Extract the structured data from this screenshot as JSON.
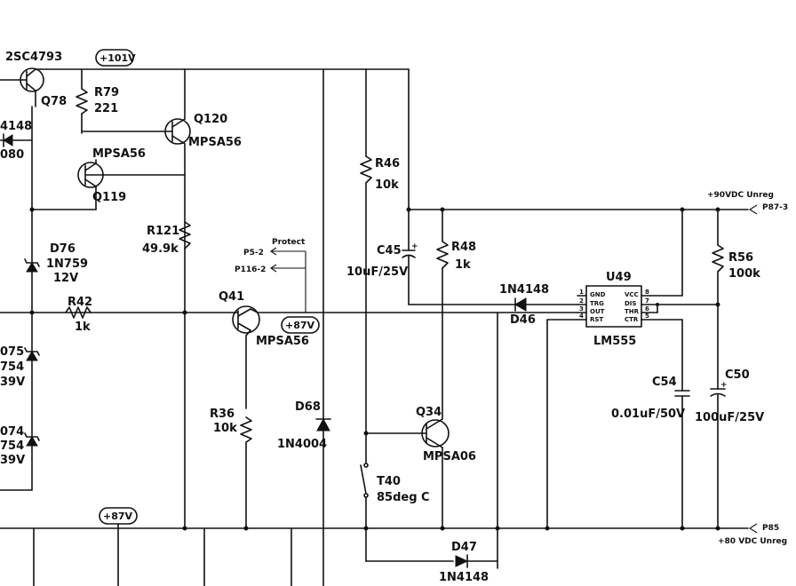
{
  "components": {
    "q78": {
      "part": "2SC4793",
      "ref": "Q78"
    },
    "d_left": {
      "part_fragment": "4148",
      "ref_fragment": "080"
    },
    "r79": {
      "ref": "R79",
      "value": "221"
    },
    "q120": {
      "ref": "Q120",
      "part": "MPSA56"
    },
    "q119": {
      "part": "MPSA56",
      "ref": "Q119"
    },
    "r121": {
      "ref": "R121",
      "value": "49.9k"
    },
    "d76": {
      "ref": "D76",
      "part": "1N759",
      "voltage": "12V"
    },
    "r42": {
      "ref": "R42",
      "value": "1k"
    },
    "d75": {
      "ref_fragment": "075",
      "part_fragment": "754",
      "voltage_fragment": "39V"
    },
    "d74": {
      "ref_fragment": "074",
      "part_fragment": "754",
      "voltage_fragment": "39V"
    },
    "r46": {
      "ref": "R46",
      "value": "10k"
    },
    "c45": {
      "ref": "C45",
      "value": "10uF/25V"
    },
    "r48": {
      "ref": "R48",
      "value": "1k"
    },
    "d46": {
      "part": "1N4148",
      "ref": "D46"
    },
    "u49": {
      "ref": "U49",
      "part": "LM555",
      "pins_left": [
        {
          "num": "1",
          "name": "GND"
        },
        {
          "num": "2",
          "name": "TRG"
        },
        {
          "num": "3",
          "name": "OUT"
        },
        {
          "num": "4",
          "name": "RST"
        }
      ],
      "pins_right": [
        {
          "num": "8",
          "name": "VCC"
        },
        {
          "num": "7",
          "name": "DIS"
        },
        {
          "num": "6",
          "name": "THR"
        },
        {
          "num": "5",
          "name": "CTR"
        }
      ]
    },
    "r56": {
      "ref": "R56",
      "value": "100k"
    },
    "c54": {
      "ref": "C54",
      "value": "0.01uF/50V"
    },
    "c50": {
      "ref": "C50",
      "value": "100uF/25V"
    },
    "q41": {
      "ref": "Q41",
      "part": "MPSA56"
    },
    "r36": {
      "ref": "R36",
      "value": "10k"
    },
    "d68": {
      "ref": "D68",
      "part": "1N4004"
    },
    "q34": {
      "ref": "Q34",
      "part": "MPSA06"
    },
    "t40": {
      "ref": "T40",
      "spec": "85deg C"
    },
    "d47": {
      "ref": "D47",
      "part": "1N4148"
    }
  },
  "nets": {
    "v101": "+101V",
    "v87_mid": "+87V",
    "v87_bottom": "+87V",
    "protect": "Protect",
    "p5_2": "P5-2",
    "p116_2": "P116-2",
    "p87_3": "P87-3",
    "v90_unreg": "+90VDC Unreg",
    "p85": "P85",
    "v80_unreg": "+80 VDC Unreg"
  }
}
